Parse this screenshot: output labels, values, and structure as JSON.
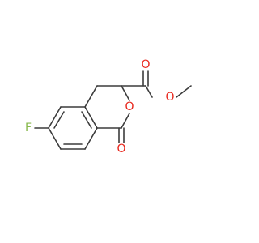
{
  "molecule": {
    "atoms": {
      "fluorine": {
        "symbol": "F",
        "color": "#87b84b"
      },
      "ring_oxygen": {
        "symbol": "O",
        "color": "#e8261c"
      },
      "lactone_carbonyl_oxygen": {
        "symbol": "O",
        "color": "#e8261c"
      },
      "ester_carbonyl_oxygen": {
        "symbol": "O",
        "color": "#e8261c"
      },
      "ester_ether_oxygen": {
        "symbol": "O",
        "color": "#e8261c"
      }
    },
    "bond_color": "#3c3c3c",
    "background": "#ffffff"
  }
}
